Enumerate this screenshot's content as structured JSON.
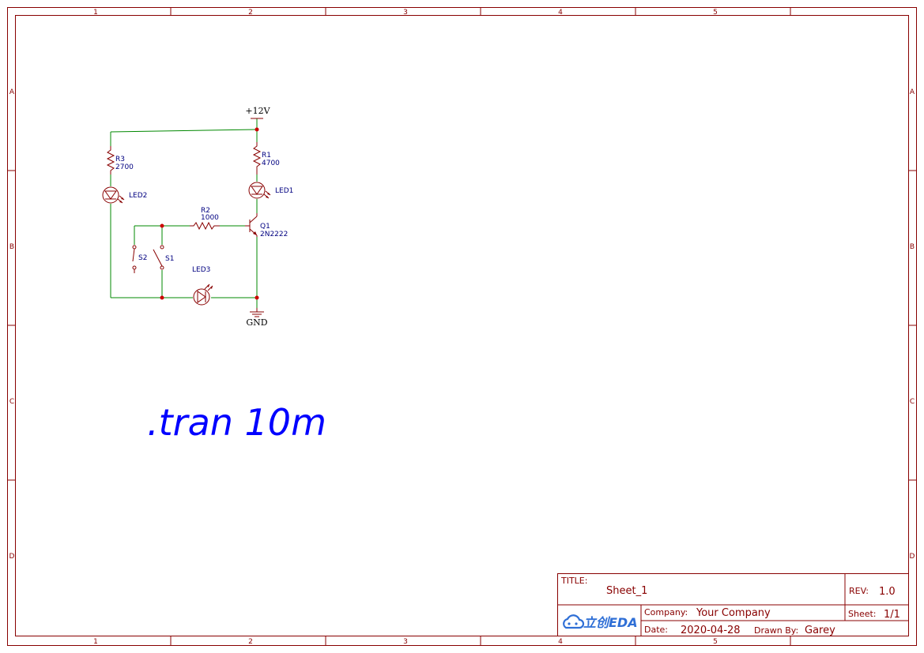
{
  "zones": {
    "columns": [
      "1",
      "2",
      "3",
      "4",
      "5"
    ],
    "rows": [
      "A",
      "B",
      "C",
      "D"
    ]
  },
  "nets": {
    "power": "+12V",
    "ground": "GND"
  },
  "components": {
    "r1": {
      "ref": "R1",
      "value": "4700"
    },
    "r2": {
      "ref": "R2",
      "value": "1000"
    },
    "r3": {
      "ref": "R3",
      "value": "2700"
    },
    "led1": {
      "ref": "LED1"
    },
    "led2": {
      "ref": "LED2"
    },
    "led3": {
      "ref": "LED3"
    },
    "q1": {
      "ref": "Q1",
      "value": "2N2222"
    },
    "s1": {
      "ref": "S1"
    },
    "s2": {
      "ref": "S2"
    }
  },
  "spice_directive": ".tran 10m",
  "title_block": {
    "title_label": "TITLE:",
    "title": "Sheet_1",
    "rev_label": "REV:",
    "rev": "1.0",
    "company_label": "Company:",
    "company": "Your Company",
    "sheet_label": "Sheet:",
    "sheet": "1/1",
    "date_label": "Date:",
    "date": "2020-04-28",
    "drawn_by_label": "Drawn By:",
    "drawn_by": "Garey",
    "logo_text": "立创EDA"
  },
  "colors": {
    "frame": "#880000",
    "wire": "#008800",
    "junction": "#cc0000",
    "designator": "#000080",
    "spice_text": "#0000ff",
    "logo": "#2f6fd6"
  }
}
